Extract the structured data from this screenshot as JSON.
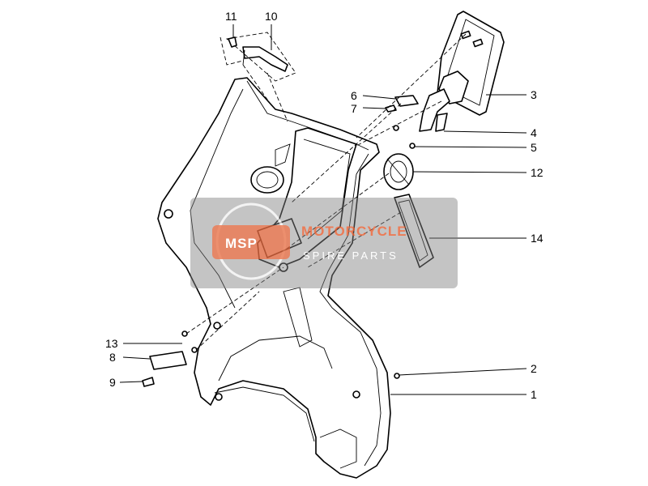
{
  "callouts": [
    {
      "id": "1",
      "label": "1"
    },
    {
      "id": "2",
      "label": "2"
    },
    {
      "id": "3",
      "label": "3"
    },
    {
      "id": "4",
      "label": "4"
    },
    {
      "id": "5",
      "label": "5"
    },
    {
      "id": "6",
      "label": "6"
    },
    {
      "id": "7",
      "label": "7"
    },
    {
      "id": "8",
      "label": "8"
    },
    {
      "id": "9",
      "label": "9"
    },
    {
      "id": "10",
      "label": "10"
    },
    {
      "id": "11",
      "label": "11"
    },
    {
      "id": "12",
      "label": "12"
    },
    {
      "id": "13",
      "label": "13"
    },
    {
      "id": "14",
      "label": "14"
    }
  ],
  "watermark": {
    "logo_text": "MSP",
    "title": "MOTORCYCLE",
    "subtitle": "SPIRE PARTS",
    "panel_color": "#808080",
    "logo_color": "#e8663a"
  }
}
